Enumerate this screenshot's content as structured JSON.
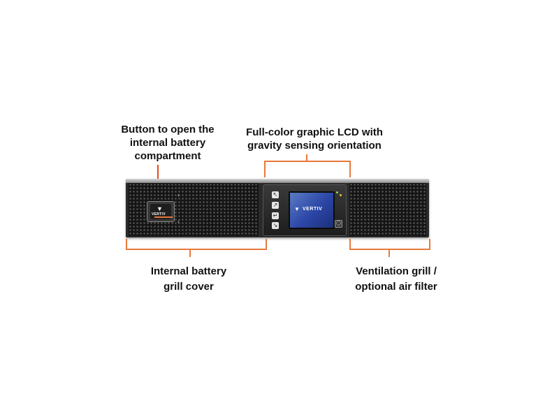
{
  "callouts": {
    "battery_button": [
      "Button to open the",
      "internal battery",
      "compartment"
    ],
    "lcd": [
      "Full-color graphic LCD with",
      "gravity sensing orientation"
    ],
    "battery_grill": [
      "Internal battery",
      "grill cover"
    ],
    "ventilation": [
      "Ventilation grill /",
      "optional air filter"
    ]
  },
  "device": {
    "brand": "VERTIV",
    "screen_logo_text": "VERTIV"
  },
  "colors": {
    "accent": "#e8793a",
    "arrow": "#e84a1e",
    "screen": "#2b46a6"
  }
}
